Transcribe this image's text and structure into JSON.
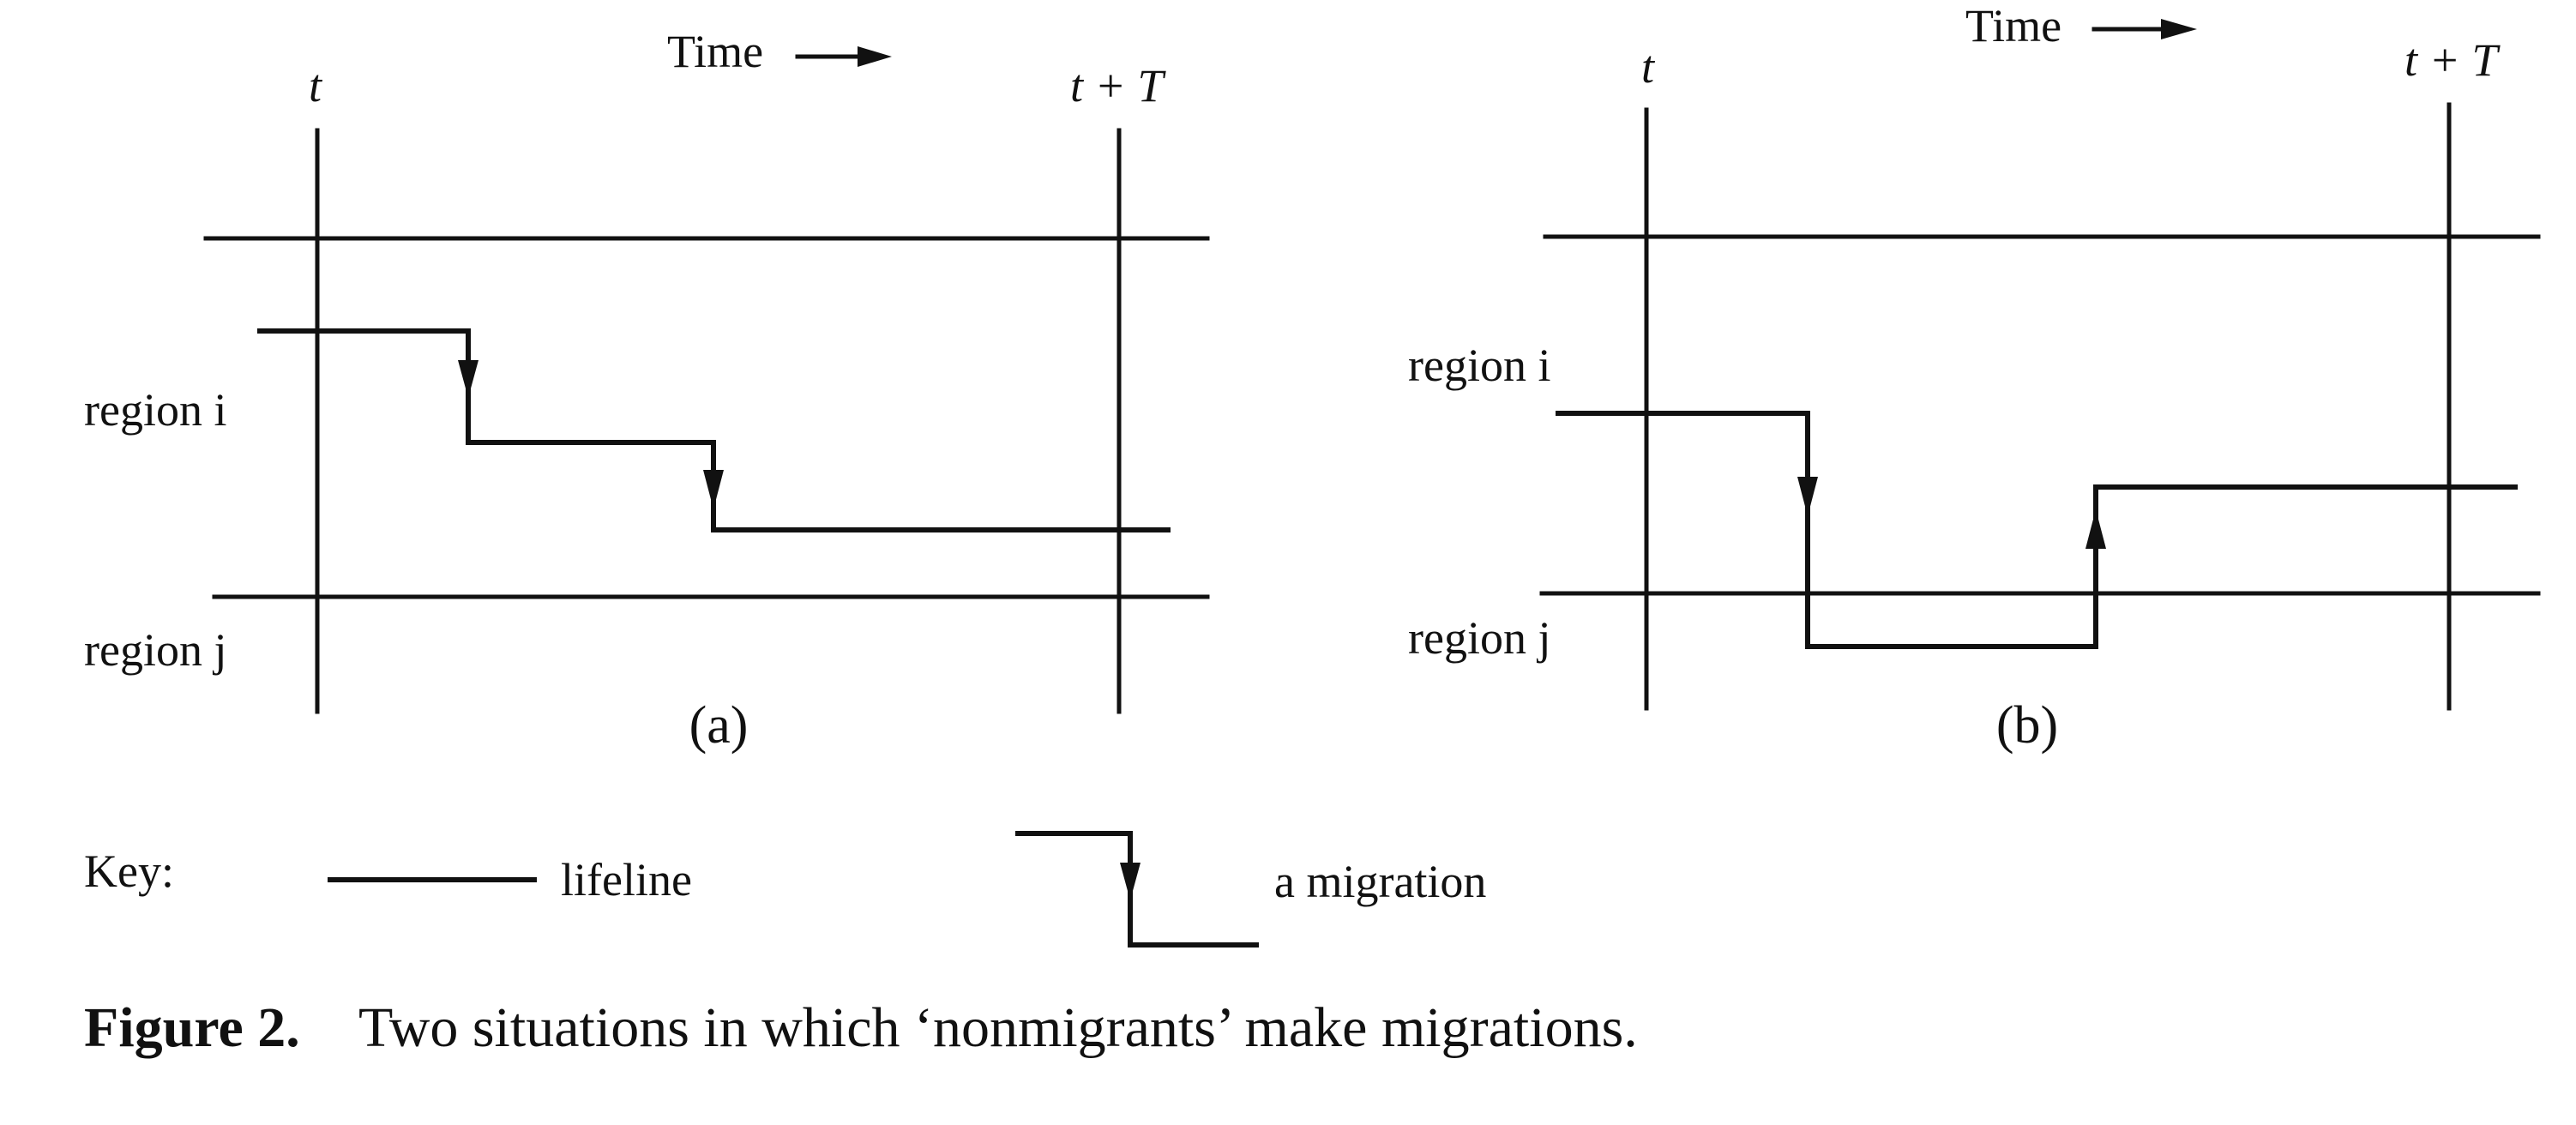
{
  "time_label": "Time",
  "panels": [
    {
      "id": "a",
      "label": "(a)",
      "t_label": "t",
      "tT_label": "t + T",
      "region_i": "region i",
      "region_j": "region j"
    },
    {
      "id": "b",
      "label": "(b)",
      "t_label": "t",
      "tT_label": "t + T",
      "region_i": "region i",
      "region_j": "region j"
    }
  ],
  "key": {
    "title": "Key:",
    "lifeline": "lifeline",
    "migration": "a migration"
  },
  "caption": {
    "number": "Figure 2.",
    "text": "Two situations in which ‘nonmigrants’ make migrations."
  }
}
